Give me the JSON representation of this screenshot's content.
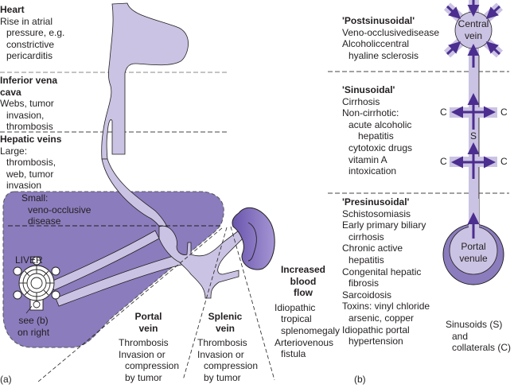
{
  "panel_a": {
    "label": "(a)",
    "heart": {
      "title": "Heart",
      "lines": [
        "Rise in atrial",
        "pressure, e.g.",
        "constrictive",
        "pericarditis"
      ]
    },
    "ivc": {
      "title_line1": "Inferior vena",
      "title_line2": "cava",
      "lines": [
        "Webs, tumor",
        "invasion,",
        "thrombosis"
      ]
    },
    "hepatic_veins": {
      "title": "Hepatic veins",
      "lines": [
        "Large:",
        "thrombosis,",
        "web, tumor",
        "invasion"
      ]
    },
    "small": {
      "lines": [
        "Small:",
        "veno-occlusive",
        "disease"
      ]
    },
    "liver_label": "LIVER",
    "see_b": [
      "see (b)",
      "on right"
    ],
    "portal_vein": {
      "title": [
        "Portal",
        "vein"
      ],
      "lines": [
        "Thrombosis",
        "Invasion or",
        "compression",
        "by tumor"
      ]
    },
    "splenic_vein": {
      "title": [
        "Splenic",
        "vein"
      ],
      "lines": [
        "Thrombosis",
        "Invasion or",
        "compression",
        "by tumor"
      ]
    },
    "increased_flow": {
      "title": [
        "Increased",
        "blood",
        "flow"
      ],
      "lines": [
        "Idiopathic",
        "tropical",
        "splenomegaly",
        "Arteriovenous",
        "fistula"
      ]
    }
  },
  "panel_b": {
    "label": "(b)",
    "postsinusoidal": {
      "title": "'Postsinusoidal'",
      "lines": [
        "Veno-occlusivedisease",
        "Alcoholiccentral",
        "hyaline sclerosis"
      ]
    },
    "sinusoidal": {
      "title": "'Sinusoidal'",
      "lines": [
        "Cirrhosis",
        "Non-cirrhotic:",
        "acute alcoholic",
        "hepatitis",
        "cytotoxic drugs",
        "vitamin A",
        "intoxication"
      ]
    },
    "presinusoidal": {
      "title": "'Presinusoidal'",
      "lines": [
        "Schistosomiasis",
        "Early primary biliary",
        "cirrhosis",
        "Chronic active",
        "hepatitis",
        "Congenital hepatic",
        "fibrosis",
        "Sarcoidosis",
        "Toxins: vinyl chloride",
        "arsenic, copper",
        "Idiopathic portal",
        "hypertension"
      ]
    },
    "central_vein": [
      "Central",
      "vein"
    ],
    "portal_venule": [
      "Portal",
      "venule"
    ],
    "sinusoid_label": "S",
    "collateral_label": "C",
    "legend": [
      "Sinusoids (S)",
      "and",
      "collaterals (C)"
    ]
  },
  "colors": {
    "vessel_light": "#cbc3e3",
    "liver": "#8b7cbd",
    "spleen": "#7a66b8",
    "arrow": "#4b2e8f",
    "outline": "#231f20"
  }
}
